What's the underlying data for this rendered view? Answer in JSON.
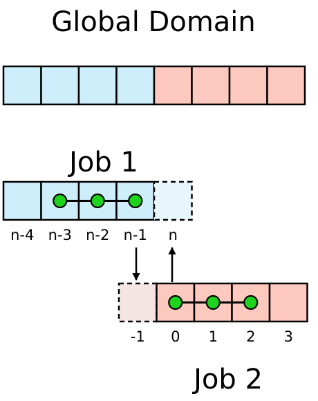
{
  "colors": {
    "blue": "#cdeefa",
    "pink": "#fdc8bd",
    "ghost_blue": "#e7f6fd",
    "ghost_pink": "#f4e5e3",
    "node": "#1ed31e",
    "stroke": "#000000"
  },
  "global": {
    "title": "Global Domain",
    "cells": [
      "blue",
      "blue",
      "blue",
      "blue",
      "pink",
      "pink",
      "pink",
      "pink"
    ]
  },
  "job1": {
    "title": "Job 1",
    "cells": [
      "blue",
      "blue",
      "blue",
      "blue"
    ],
    "ghost_cell": "ghost_blue",
    "labels": [
      "n-4",
      "n-3",
      "n-2",
      "n-1",
      "n"
    ],
    "node_cells": [
      1,
      2,
      3
    ]
  },
  "job2": {
    "title": "Job 2",
    "ghost_cell": "ghost_pink",
    "cells": [
      "pink",
      "pink",
      "pink",
      "pink"
    ],
    "labels": [
      "-1",
      "0",
      "1",
      "2",
      "3"
    ],
    "node_cells": [
      0,
      1,
      2
    ]
  },
  "exchange": {
    "send": "n-1 to -1 (down)",
    "receive": "0 to n (up)"
  }
}
